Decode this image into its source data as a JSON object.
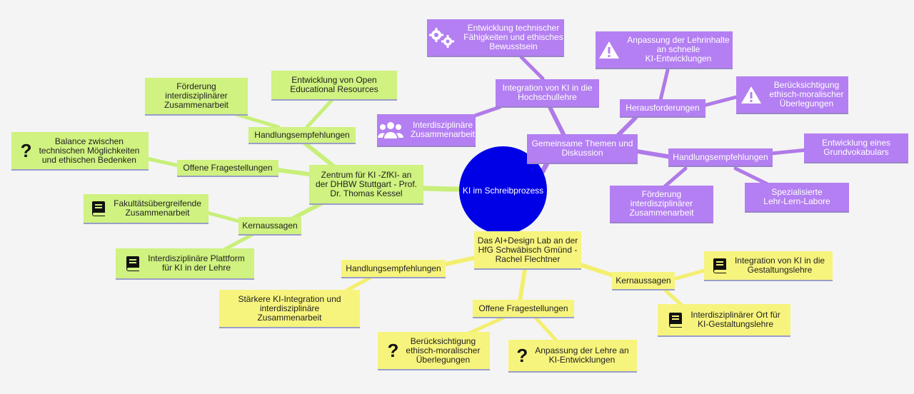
{
  "center": {
    "label": "KI im Schreibprozess"
  },
  "green": {
    "root": "Zentrum für KI -ZfKI- an\nder DHBW Stuttgart - Prof.\nDr.  Thomas Kessel",
    "handlung": "Handlungsempfehlungen",
    "foerderung": "Förderung\ninterdisziplinärer\nZusammenarbeit",
    "oer": "Entwicklung von Open\nEducational Resources",
    "offene": "Offene Fragestellungen",
    "balance": "Balance zwischen\ntechnischen Möglichkeiten\nund ethischen Bedenken",
    "kern": "Kernaussagen",
    "fakultaet": "Fakultätsübergreifende\nZusammenarbeit",
    "plattform": "Interdisziplinäre Plattform\nfür KI in der Lehre"
  },
  "yellow": {
    "root": "Das AI+Design Lab an der\nHfG Schwäbisch Gmünd -\nRachel Flechtner",
    "handlung": "Handlungsempfehlungen",
    "staerkere": "Stärkere KI-Integration und\ninterdisziplinäre\nZusammenarbeit",
    "offene": "Offene Fragestellungen",
    "beruecks": "Berücksichtigung\nethisch-moralischer\nÜberlegungen",
    "anpassung": "Anpassung der Lehre an\nKI-Entwicklungen",
    "kern": "Kernaussagen",
    "integration": "Integration von KI in die\nGestaltungslehre",
    "ort": "Interdisziplinärer Ort für\nKI-Gestaltungslehre"
  },
  "purple": {
    "root": "Gemeinsame Themen und\nDiskussion",
    "integration": "Integration von KI in die\nHochschullehre",
    "entwicklung": "Entwicklung technischer\nFähigkeiten und ethisches\nBewusstsein",
    "interdis": "Interdisziplinäre\nZusammenarbeit",
    "heraus": "Herausforderungen",
    "anpassung": "Anpassung der Lehrinhalte\nan schnelle\nKI-Entwicklungen",
    "beruecks": "Berücksichtigung\nethisch-moralischer\nÜberlegungen",
    "handlung": "Handlungsempfehlungen",
    "grundvok": "Entwicklung eines\nGrundvokabulars",
    "labore": "Spezialisierte\nLehr-Lern-Labore",
    "foerderung": "Förderung\ninterdisziplinärer\nZusammenarbeit"
  },
  "icons": {
    "question": "?"
  },
  "colors": {
    "center": "#0000e6",
    "green": "#cff280",
    "yellow": "#f7f47d",
    "purple": "#b47ff2",
    "greenLine": "#c8ef7a",
    "yellowLine": "#f3ef6e",
    "purpleLine": "#b07ae8"
  }
}
